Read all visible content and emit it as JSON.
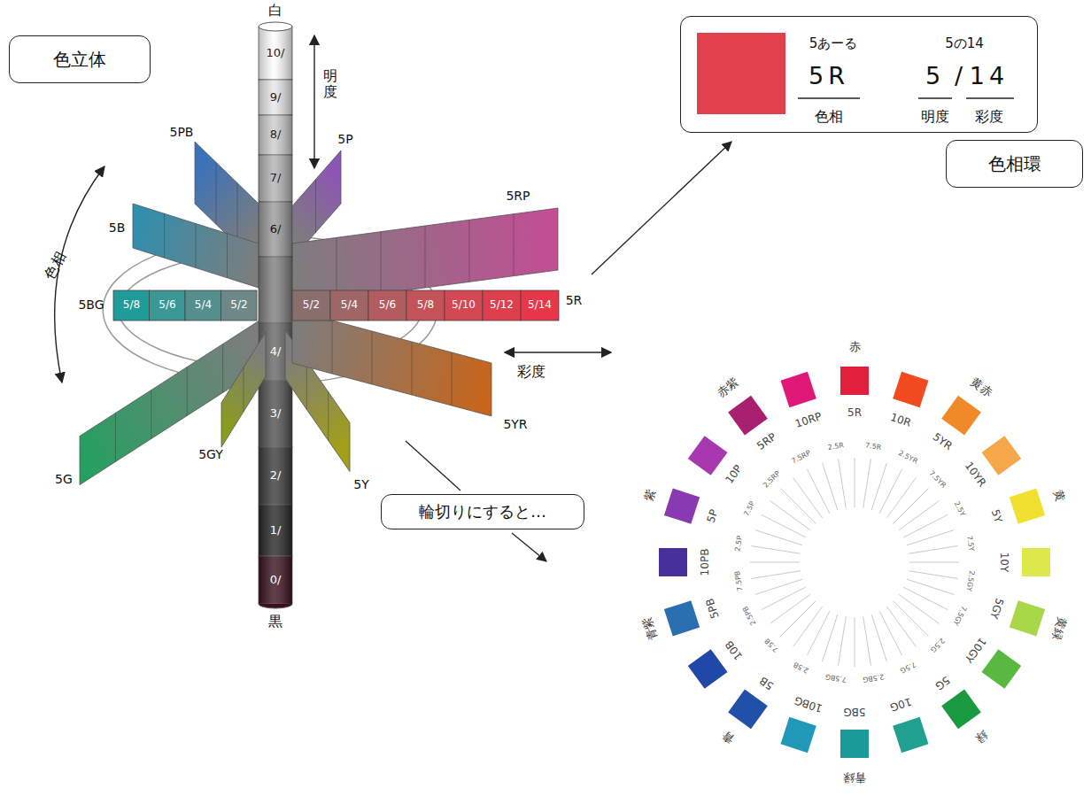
{
  "diagram": {
    "nodes": [
      {
        "text": [
          "色立体"
        ]
      },
      {
        "text": [
          "5あーる",
          "5の14",
          "5R",
          "5",
          "/",
          "14",
          "色相",
          "明度",
          "彩度"
        ]
      },
      {
        "text": [
          "輪切りにすると…"
        ]
      },
      {
        "text": [
          "色相環"
        ]
      }
    ],
    "edges": [],
    "labels": [
      "白",
      "10/",
      "9/",
      "8/",
      "7/",
      "6/",
      "4/",
      "3/",
      "2/",
      "1/",
      "0/",
      "黒",
      "明度",
      "色相",
      "彩度",
      "5PB",
      "5P",
      "5RP",
      "5B",
      "5BG",
      "5R",
      "5G",
      "5GY",
      "5Y",
      "5YR",
      "5/8",
      "5/6",
      "5/4",
      "5/2",
      "5/2",
      "5/4",
      "5/6",
      "5/8",
      "5/10",
      "5/12",
      "5/14",
      "5R",
      "10R",
      "5YR",
      "10YR",
      "5Y",
      "10Y",
      "5GY",
      "10GY",
      "5G",
      "10G",
      "5BG",
      "10BG",
      "5B",
      "10B",
      "5PB",
      "10PB",
      "5P",
      "10P",
      "5RP",
      "10RP",
      "赤",
      "黄赤",
      "黄",
      "黄緑",
      "緑",
      "青緑",
      "青",
      "青紫",
      "紫",
      "赤紫",
      "2.5R",
      "7.5R",
      "2.5YR",
      "7.5YR",
      "2.5Y",
      "7.5Y",
      "2.5GY",
      "7.5GY",
      "2.5G",
      "7.5G",
      "2.5BG",
      "7.5BG",
      "2.5B",
      "7.5B",
      "2.5PB",
      "7.5PB",
      "2.5P",
      "7.5P",
      "2.5RP",
      "7.5RP"
    ]
  }
}
